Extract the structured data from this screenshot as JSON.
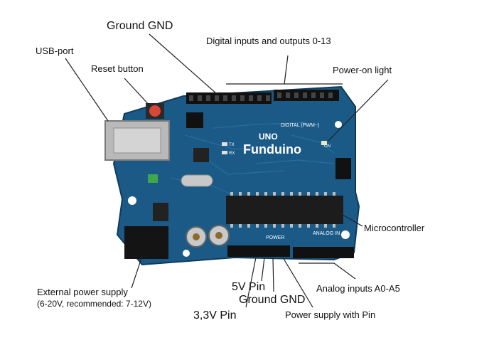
{
  "labels": {
    "ground_gnd_top": "Ground GND",
    "digital_io": "Digital inputs and outputs 0-13",
    "usb_port": "USB-port",
    "reset_button": "Reset button",
    "power_on_light": "Power-on light",
    "microcontroller": "Microcontroller",
    "external_power": "External power supply",
    "external_power_note": "(6-20V, recommended: 7-12V)",
    "pin_5v": "5V Pin",
    "ground_gnd_bottom": "Ground GND",
    "pin_33v": "3,3V Pin",
    "analog_inputs": "Analog inputs A0-A5",
    "power_supply_pin": "Power supply with Pin"
  },
  "board": {
    "brand": "Funduino",
    "model": "UNO",
    "digital_label": "DIGITAL (PWM~)",
    "power_label": "POWER",
    "analog_label": "ANALOG IN",
    "on_label": "ON",
    "tx_label": "TX",
    "rx_label": "RX"
  },
  "colors": {
    "board": "#1b5a86",
    "board_light": "#2a73a8",
    "header": "#111111",
    "usb": "#b9b9b9",
    "reset": "#d8483a",
    "label_line": "#222222"
  }
}
